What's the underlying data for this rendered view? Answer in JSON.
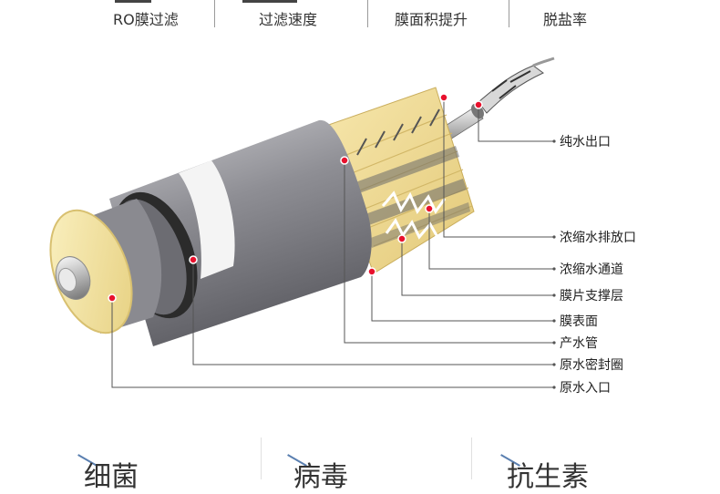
{
  "top_tabs": [
    "RO膜过滤",
    "过滤速度",
    "膜面积提升",
    "脱盐率"
  ],
  "callouts": [
    "纯水出口",
    "浓缩水排放口",
    "浓缩水通道",
    "膜片支撑层",
    "膜表面",
    "产水管",
    "原水密封圈",
    "原水入口"
  ],
  "bottom_items": [
    "细菌",
    "病毒",
    "抗生素"
  ],
  "colors": {
    "marker": "#e8112d",
    "leader": "#555555",
    "membrane": "#f0dc9a",
    "shell": "#9a9aa0"
  }
}
